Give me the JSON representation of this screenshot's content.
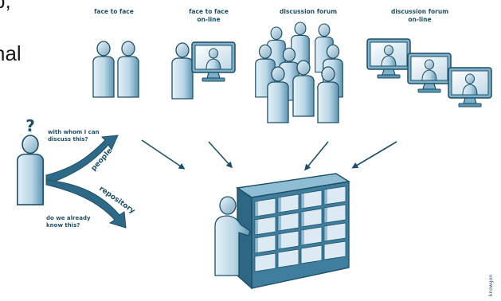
{
  "slide_text": {
    "line_1": "p,",
    "line_2": "nal"
  },
  "diagram": {
    "columns": [
      {
        "label": "face to face",
        "label_line_2": ""
      },
      {
        "label": "face to face",
        "label_line_2": "on-line"
      },
      {
        "label": "discussion forum",
        "label_line_2": ""
      },
      {
        "label": "discussion forum",
        "label_line_2": "on-line"
      }
    ],
    "question_top": {
      "line_1": "with whom I can",
      "line_2": "discuss this?"
    },
    "question_bottom": {
      "line_1": "do we already",
      "line_2": "know this?"
    },
    "path_labels": {
      "upper": "people",
      "lower": "repository"
    },
    "question_mark": "?",
    "credit": "knowgon",
    "colors": {
      "figure_light": "#cfe3ee",
      "figure_dark": "#5f95b2",
      "outline": "#1e4f66",
      "shelf": "#3f7e9e"
    }
  }
}
